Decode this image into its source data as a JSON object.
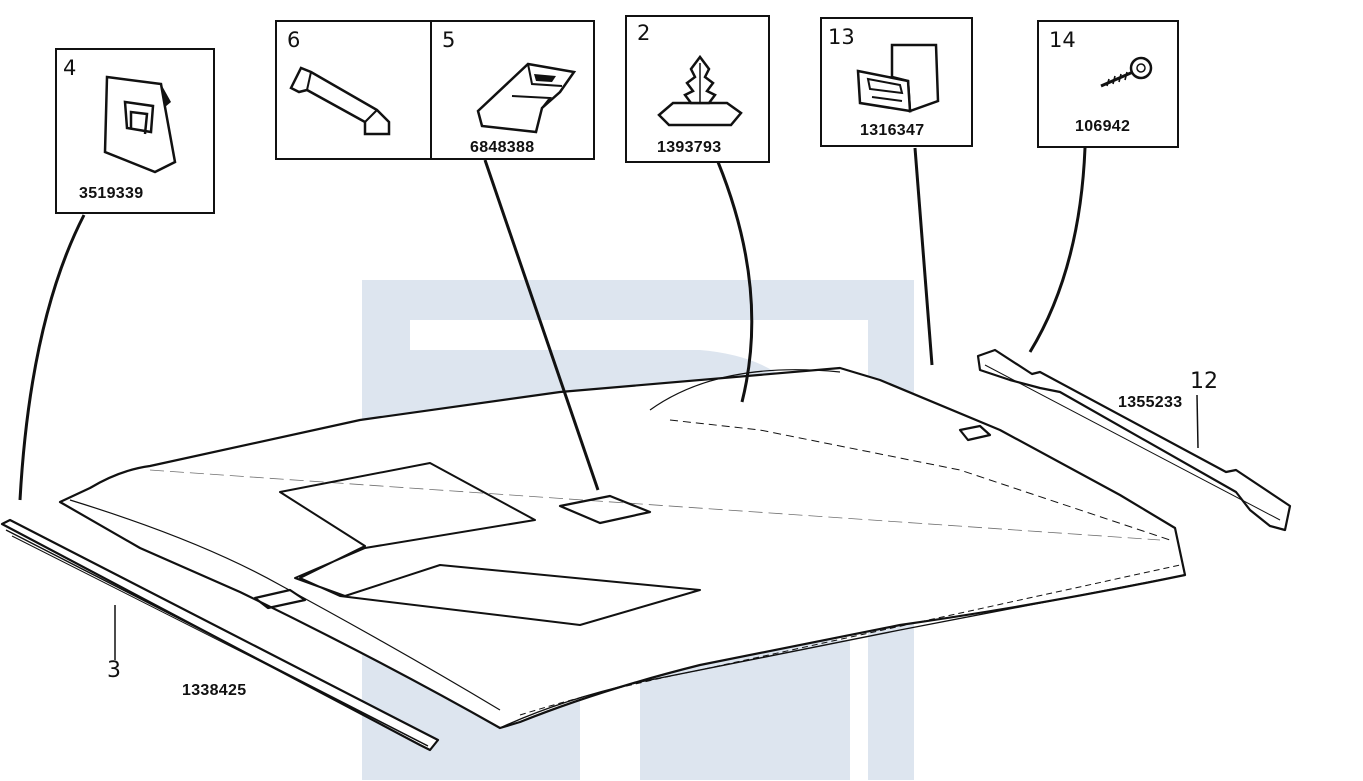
{
  "figure": {
    "watermark": "logo",
    "callouts": [
      {
        "id": "box-4",
        "number": "4",
        "part": "3519339",
        "icon": "headliner-clip-icon"
      },
      {
        "id": "box-6",
        "number": "6",
        "part": "",
        "icon": "bracket-clip-icon"
      },
      {
        "id": "box-5",
        "number": "5",
        "part": "6848388",
        "icon": "retainer-clip-icon"
      },
      {
        "id": "box-2",
        "number": "2",
        "part": "1393793",
        "icon": "push-rivet-icon"
      },
      {
        "id": "box-13",
        "number": "13",
        "part": "1316347",
        "icon": "u-nut-clip-icon"
      },
      {
        "id": "box-14",
        "number": "14",
        "part": "106942",
        "icon": "screw-icon"
      }
    ],
    "loose_parts": [
      {
        "id": "strip-3",
        "number": "3",
        "part": "1338425",
        "icon": "side-trim-strip-icon"
      },
      {
        "id": "strip-12",
        "number": "12",
        "part": "1355233",
        "icon": "rear-trim-strip-icon"
      }
    ],
    "main_part_icon": "headliner-panel-icon",
    "line_color": "#111111",
    "watermark_color": "#dce4ee"
  }
}
